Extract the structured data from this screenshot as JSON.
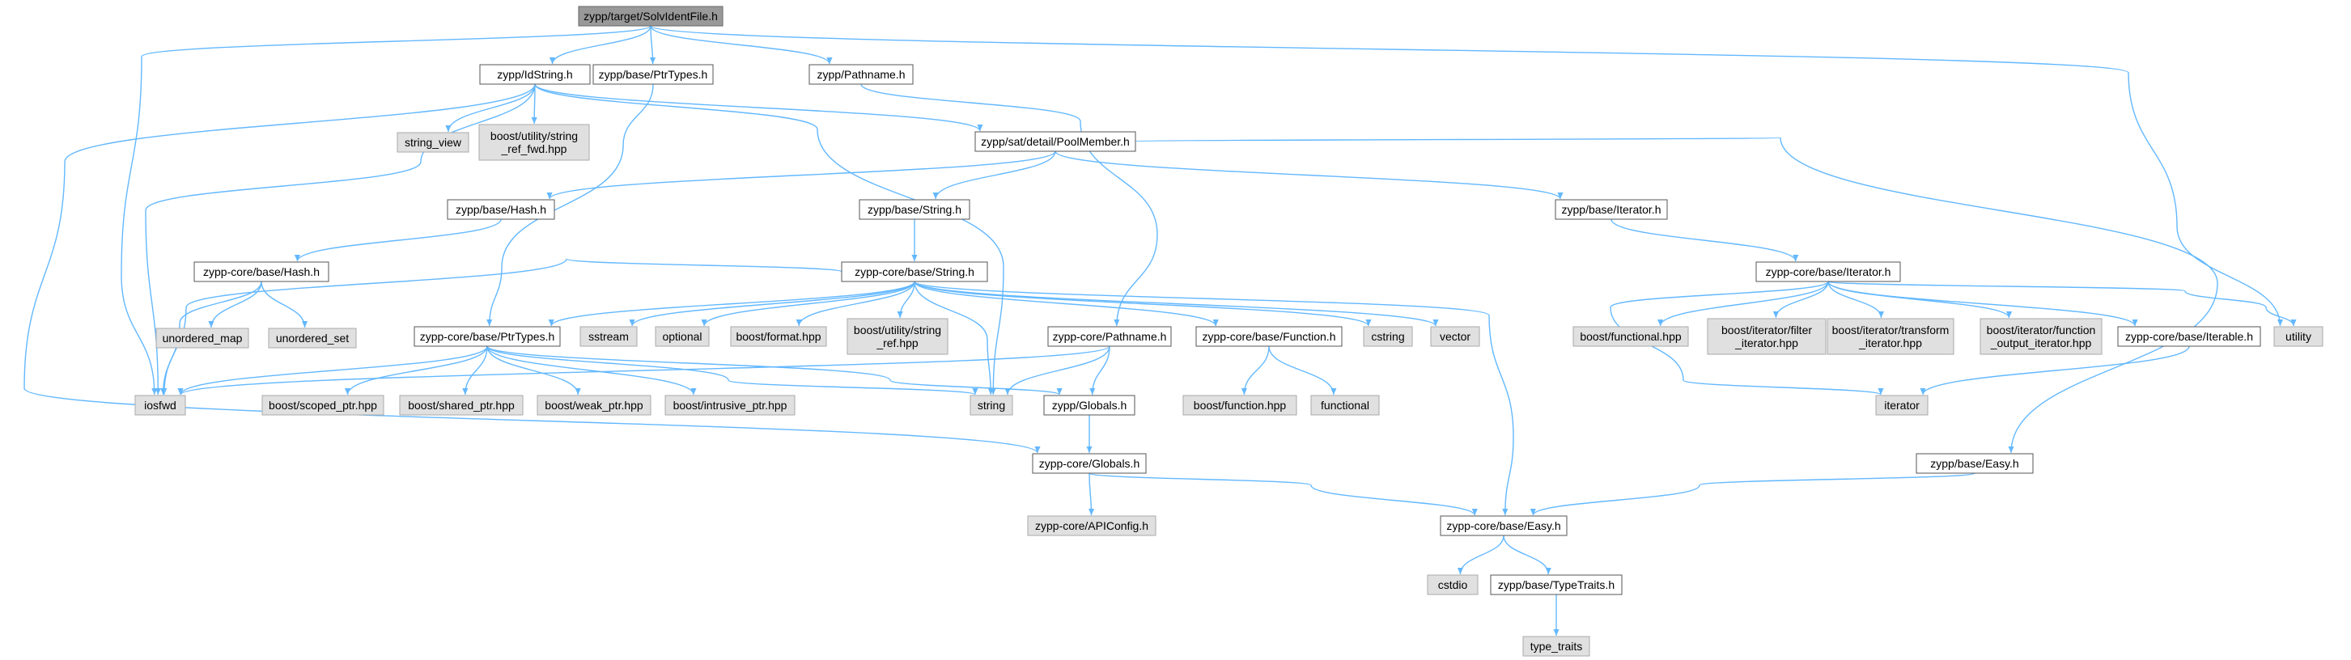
{
  "colors": {
    "edge": "#63b8ff",
    "node_fill": "#ffffff",
    "node_border": "#555555",
    "external_fill": "#e0e0e0",
    "external_border": "#aaaaaa",
    "root_fill": "#999999",
    "root_border": "#666666"
  },
  "nodes": [
    {
      "id": "root",
      "lines": [
        "zypp/target/SolvIdentFile.h"
      ],
      "kind": "root"
    },
    {
      "id": "idstring",
      "lines": [
        "zypp/IdString.h"
      ],
      "kind": "file"
    },
    {
      "id": "ptrtypes",
      "lines": [
        "zypp/base/PtrTypes.h"
      ],
      "kind": "file"
    },
    {
      "id": "pathname",
      "lines": [
        "zypp/Pathname.h"
      ],
      "kind": "file"
    },
    {
      "id": "string_view",
      "lines": [
        "string_view"
      ],
      "kind": "external"
    },
    {
      "id": "string_ref_fwd",
      "lines": [
        "boost/utility/string",
        "_ref_fwd.hpp"
      ],
      "kind": "external"
    },
    {
      "id": "poolmember",
      "lines": [
        "zypp/sat/detail/PoolMember.h"
      ],
      "kind": "file"
    },
    {
      "id": "hash",
      "lines": [
        "zypp/base/Hash.h"
      ],
      "kind": "file"
    },
    {
      "id": "string_h",
      "lines": [
        "zypp/base/String.h"
      ],
      "kind": "file"
    },
    {
      "id": "iterator_h",
      "lines": [
        "zypp/base/Iterator.h"
      ],
      "kind": "file"
    },
    {
      "id": "core_hash",
      "lines": [
        "zypp-core/base/Hash.h"
      ],
      "kind": "file"
    },
    {
      "id": "core_string",
      "lines": [
        "zypp-core/base/String.h"
      ],
      "kind": "file"
    },
    {
      "id": "core_iterator",
      "lines": [
        "zypp-core/base/Iterator.h"
      ],
      "kind": "file"
    },
    {
      "id": "unordered_map",
      "lines": [
        "unordered_map"
      ],
      "kind": "external"
    },
    {
      "id": "unordered_set",
      "lines": [
        "unordered_set"
      ],
      "kind": "external"
    },
    {
      "id": "core_ptrtypes",
      "lines": [
        "zypp-core/base/PtrTypes.h"
      ],
      "kind": "file"
    },
    {
      "id": "sstream",
      "lines": [
        "sstream"
      ],
      "kind": "external"
    },
    {
      "id": "optional",
      "lines": [
        "optional"
      ],
      "kind": "external"
    },
    {
      "id": "boost_format",
      "lines": [
        "boost/format.hpp"
      ],
      "kind": "external"
    },
    {
      "id": "string_ref",
      "lines": [
        "boost/utility/string",
        "_ref.hpp"
      ],
      "kind": "external"
    },
    {
      "id": "core_pathname",
      "lines": [
        "zypp-core/Pathname.h"
      ],
      "kind": "file"
    },
    {
      "id": "core_function",
      "lines": [
        "zypp-core/base/Function.h"
      ],
      "kind": "file"
    },
    {
      "id": "cstring",
      "lines": [
        "cstring"
      ],
      "kind": "external"
    },
    {
      "id": "vector",
      "lines": [
        "vector"
      ],
      "kind": "external"
    },
    {
      "id": "boost_functional",
      "lines": [
        "boost/functional.hpp"
      ],
      "kind": "external"
    },
    {
      "id": "filter_iterator",
      "lines": [
        "boost/iterator/filter",
        "_iterator.hpp"
      ],
      "kind": "external"
    },
    {
      "id": "transform_iterator",
      "lines": [
        "boost/iterator/transform",
        "_iterator.hpp"
      ],
      "kind": "external"
    },
    {
      "id": "function_output",
      "lines": [
        "boost/iterator/function",
        "_output_iterator.hpp"
      ],
      "kind": "external"
    },
    {
      "id": "core_iterable",
      "lines": [
        "zypp-core/base/Iterable.h"
      ],
      "kind": "file"
    },
    {
      "id": "utility",
      "lines": [
        "utility"
      ],
      "kind": "external"
    },
    {
      "id": "iosfwd",
      "lines": [
        "iosfwd"
      ],
      "kind": "external"
    },
    {
      "id": "scoped_ptr",
      "lines": [
        "boost/scoped_ptr.hpp"
      ],
      "kind": "external"
    },
    {
      "id": "shared_ptr",
      "lines": [
        "boost/shared_ptr.hpp"
      ],
      "kind": "external"
    },
    {
      "id": "weak_ptr",
      "lines": [
        "boost/weak_ptr.hpp"
      ],
      "kind": "external"
    },
    {
      "id": "intrusive_ptr",
      "lines": [
        "boost/intrusive_ptr.hpp"
      ],
      "kind": "external"
    },
    {
      "id": "string",
      "lines": [
        "string"
      ],
      "kind": "external"
    },
    {
      "id": "globals",
      "lines": [
        "zypp/Globals.h"
      ],
      "kind": "file"
    },
    {
      "id": "boost_function",
      "lines": [
        "boost/function.hpp"
      ],
      "kind": "external"
    },
    {
      "id": "functional",
      "lines": [
        "functional"
      ],
      "kind": "external"
    },
    {
      "id": "iterator",
      "lines": [
        "iterator"
      ],
      "kind": "external"
    },
    {
      "id": "core_globals",
      "lines": [
        "zypp-core/Globals.h"
      ],
      "kind": "file"
    },
    {
      "id": "easy_h",
      "lines": [
        "zypp/base/Easy.h"
      ],
      "kind": "file"
    },
    {
      "id": "apiconfig",
      "lines": [
        "zypp-core/APIConfig.h"
      ],
      "kind": "external"
    },
    {
      "id": "core_easy",
      "lines": [
        "zypp-core/base/Easy.h"
      ],
      "kind": "file"
    },
    {
      "id": "cstdio",
      "lines": [
        "cstdio"
      ],
      "kind": "external"
    },
    {
      "id": "typetraits",
      "lines": [
        "zypp/base/TypeTraits.h"
      ],
      "kind": "file"
    },
    {
      "id": "type_traits",
      "lines": [
        "type_traits"
      ],
      "kind": "external"
    }
  ],
  "edges": [
    [
      "root",
      "idstring"
    ],
    [
      "root",
      "ptrtypes"
    ],
    [
      "root",
      "pathname"
    ],
    [
      "root",
      "iosfwd"
    ],
    [
      "root",
      "utility"
    ],
    [
      "idstring",
      "string_view"
    ],
    [
      "idstring",
      "string_ref_fwd"
    ],
    [
      "idstring",
      "poolmember"
    ],
    [
      "idstring",
      "iosfwd"
    ],
    [
      "idstring",
      "string"
    ],
    [
      "idstring",
      "core_globals"
    ],
    [
      "ptrtypes",
      "core_ptrtypes"
    ],
    [
      "pathname",
      "core_pathname"
    ],
    [
      "poolmember",
      "hash"
    ],
    [
      "poolmember",
      "string_h"
    ],
    [
      "poolmember",
      "iterator_h"
    ],
    [
      "poolmember",
      "easy_h"
    ],
    [
      "hash",
      "core_hash"
    ],
    [
      "string_h",
      "core_string"
    ],
    [
      "iterator_h",
      "core_iterator"
    ],
    [
      "core_hash",
      "iosfwd"
    ],
    [
      "core_hash",
      "unordered_map"
    ],
    [
      "core_hash",
      "unordered_set"
    ],
    [
      "core_string",
      "iosfwd"
    ],
    [
      "core_string",
      "core_ptrtypes"
    ],
    [
      "core_string",
      "sstream"
    ],
    [
      "core_string",
      "optional"
    ],
    [
      "core_string",
      "boost_format"
    ],
    [
      "core_string",
      "string_ref"
    ],
    [
      "core_string",
      "string"
    ],
    [
      "core_string",
      "core_function"
    ],
    [
      "core_string",
      "cstring"
    ],
    [
      "core_string",
      "vector"
    ],
    [
      "core_string",
      "core_easy"
    ],
    [
      "core_ptrtypes",
      "iosfwd"
    ],
    [
      "core_ptrtypes",
      "scoped_ptr"
    ],
    [
      "core_ptrtypes",
      "shared_ptr"
    ],
    [
      "core_ptrtypes",
      "weak_ptr"
    ],
    [
      "core_ptrtypes",
      "intrusive_ptr"
    ],
    [
      "core_ptrtypes",
      "string"
    ],
    [
      "core_ptrtypes",
      "globals"
    ],
    [
      "core_pathname",
      "iosfwd"
    ],
    [
      "core_pathname",
      "string"
    ],
    [
      "core_pathname",
      "globals"
    ],
    [
      "core_function",
      "boost_function"
    ],
    [
      "core_function",
      "functional"
    ],
    [
      "core_iterator",
      "iterator"
    ],
    [
      "core_iterator",
      "boost_functional"
    ],
    [
      "core_iterator",
      "filter_iterator"
    ],
    [
      "core_iterator",
      "transform_iterator"
    ],
    [
      "core_iterator",
      "function_output"
    ],
    [
      "core_iterator",
      "core_iterable"
    ],
    [
      "core_iterator",
      "utility"
    ],
    [
      "core_iterable",
      "iterator"
    ],
    [
      "globals",
      "core_globals"
    ],
    [
      "core_globals",
      "apiconfig"
    ],
    [
      "core_globals",
      "core_easy"
    ],
    [
      "easy_h",
      "core_easy"
    ],
    [
      "core_easy",
      "cstdio"
    ],
    [
      "core_easy",
      "typetraits"
    ],
    [
      "typetraits",
      "type_traits"
    ]
  ]
}
